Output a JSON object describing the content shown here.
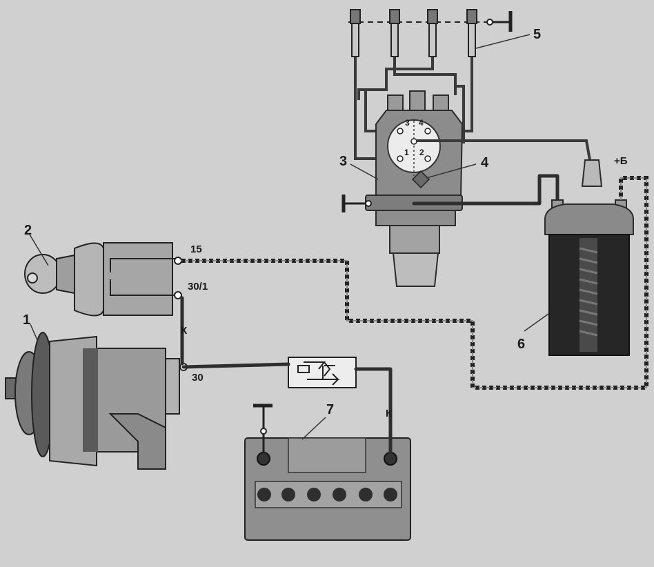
{
  "labels": {
    "generator": "1",
    "ignition_switch": "2",
    "distributor": "3",
    "rotor": "4",
    "spark_plug": "5",
    "ignition_coil": "6",
    "battery": "7"
  },
  "terminals": {
    "switch_15": "15",
    "switch_30_1": "30/1",
    "generator_30": "30",
    "wire_k_upper": "К",
    "wire_k_lower": "К",
    "coil_plus_b": "+Б"
  },
  "cap_numbers": [
    "3",
    "4",
    "1",
    "2"
  ]
}
